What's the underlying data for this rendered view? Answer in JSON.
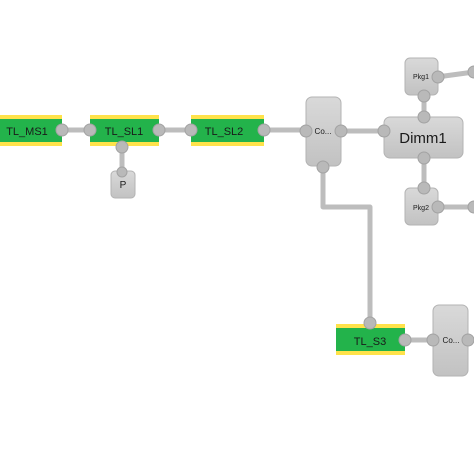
{
  "colors": {
    "wire": "#bdbdbd",
    "wire_edge": "#a9a9a9",
    "node_gray": "#cdcdcd",
    "node_gray_edge": "#b3b3b3",
    "tl_green": "#23b34b",
    "tl_stripe": "#ffe24a",
    "label": "#1a1a1a"
  },
  "nodes": {
    "tl_ms1": {
      "label": "TL_MS1"
    },
    "tl_sl1": {
      "label": "TL_SL1"
    },
    "tl_sl2": {
      "label": "TL_SL2"
    },
    "tl_s3": {
      "label": "TL_S3"
    },
    "port": {
      "label": "P"
    },
    "connector_1": {
      "label": "Co..."
    },
    "connector_2": {
      "label": "Co..."
    },
    "dimm1": {
      "label": "Dimm1"
    },
    "pkg1": {
      "label": "Pkg1"
    },
    "pkg2": {
      "label": "Pkg2"
    }
  }
}
